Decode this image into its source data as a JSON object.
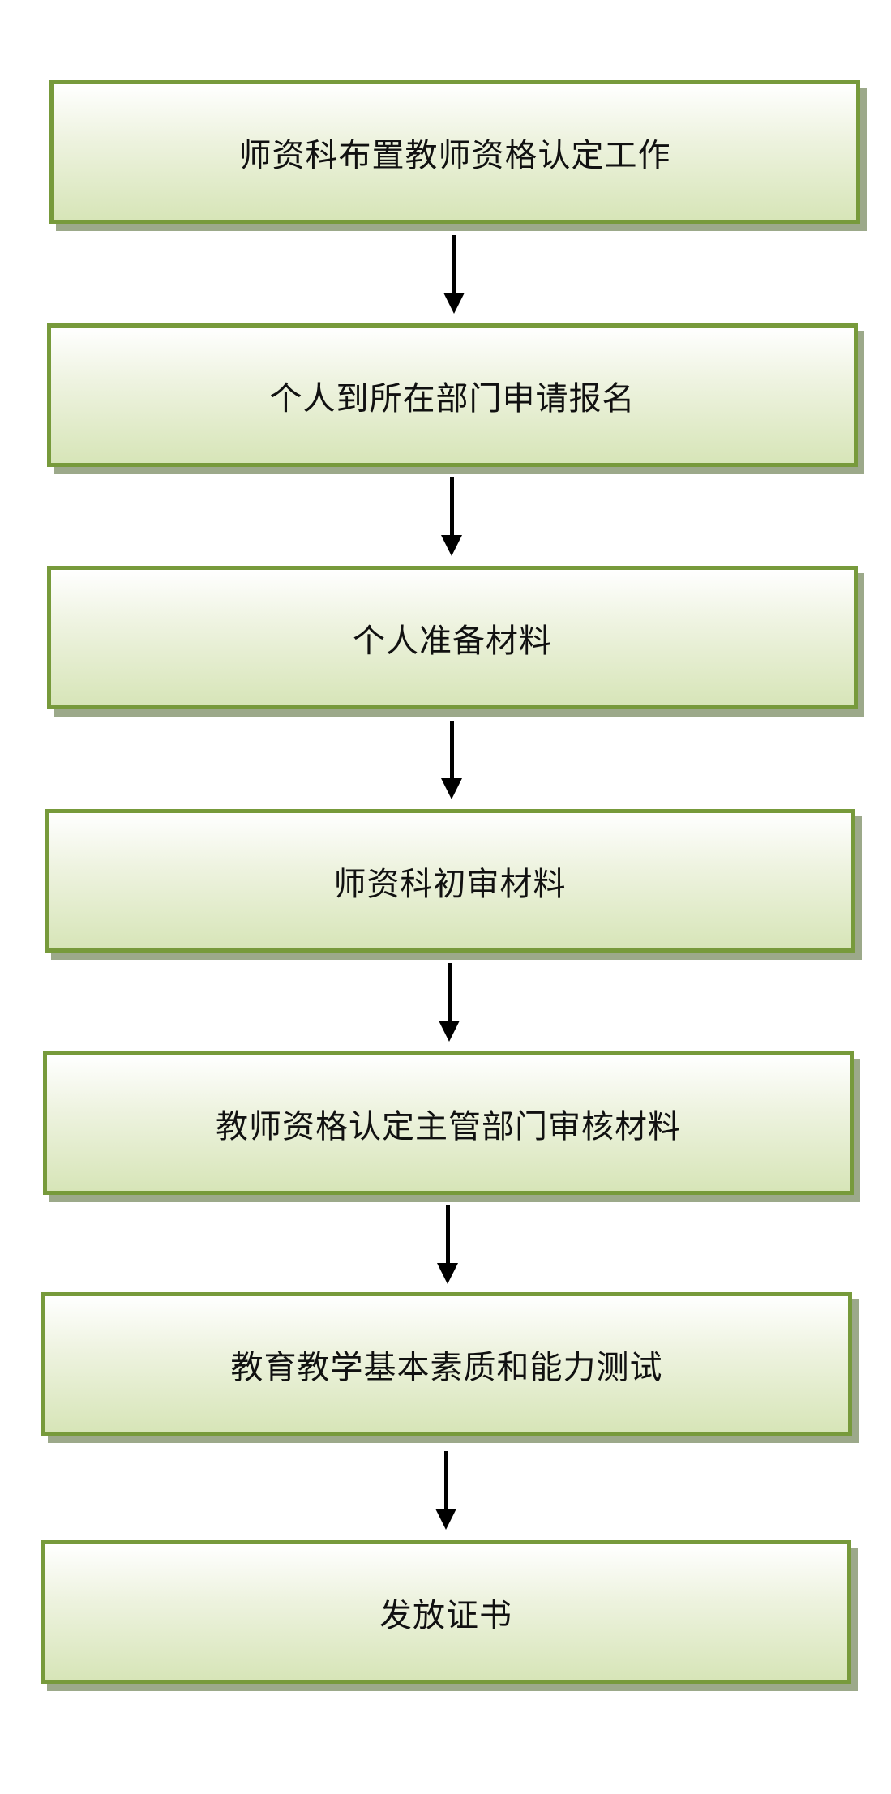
{
  "flowchart": {
    "steps": [
      {
        "label": "师资科布置教师资格认定工作"
      },
      {
        "label": "个人到所在部门申请报名"
      },
      {
        "label": "个人准备材料"
      },
      {
        "label": "师资科初审材料"
      },
      {
        "label": "教师资格认定主管部门审核材料"
      },
      {
        "label": "教育教学基本素质和能力测试"
      },
      {
        "label": "发放证书"
      }
    ]
  },
  "colors": {
    "border": "#779a3b",
    "fill_top": "#ffffff",
    "fill_bottom": "#d7e5b8",
    "shadow": "#9ca98a",
    "arrow": "#000000"
  }
}
